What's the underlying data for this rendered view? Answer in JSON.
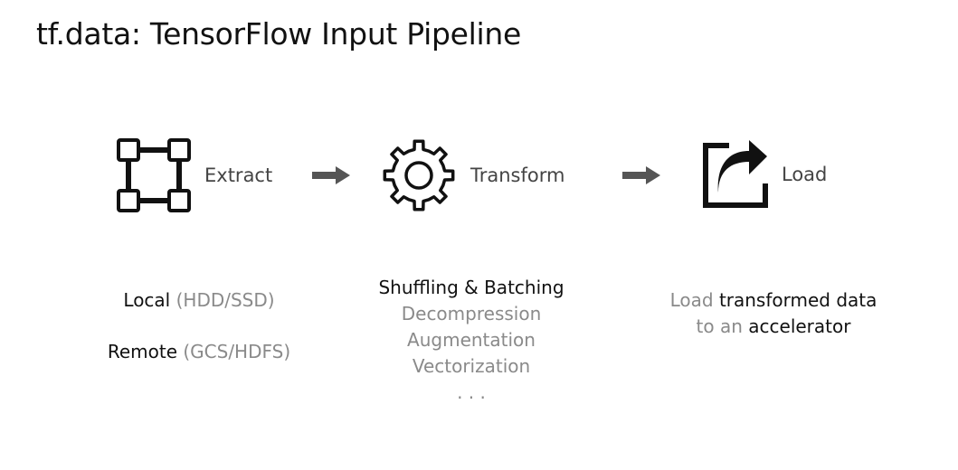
{
  "title": "tf.data: TensorFlow Input Pipeline",
  "stages": {
    "extract": {
      "label": "Extract",
      "icon": "nodes-square-icon"
    },
    "transform": {
      "label": "Transform",
      "icon": "gear-icon"
    },
    "load": {
      "label": "Load",
      "icon": "share-export-icon"
    }
  },
  "details": {
    "extract": {
      "local": {
        "strong": "Local",
        "light": "(HDD/SSD)"
      },
      "remote": {
        "strong": "Remote",
        "light": "(GCS/HDFS)"
      }
    },
    "transform": {
      "headline": "Shuffling & Batching",
      "items": [
        "Decompression",
        "Augmentation",
        "Vectorization"
      ],
      "ellipsis": ". . ."
    },
    "load": {
      "line1_light": "Load",
      "line1_strong": "transformed data",
      "line2_light": "to an",
      "line2_strong": "accelerator"
    }
  },
  "colors": {
    "icon": "#111111",
    "arrow": "#555555",
    "muted": "#8a8a8a"
  }
}
